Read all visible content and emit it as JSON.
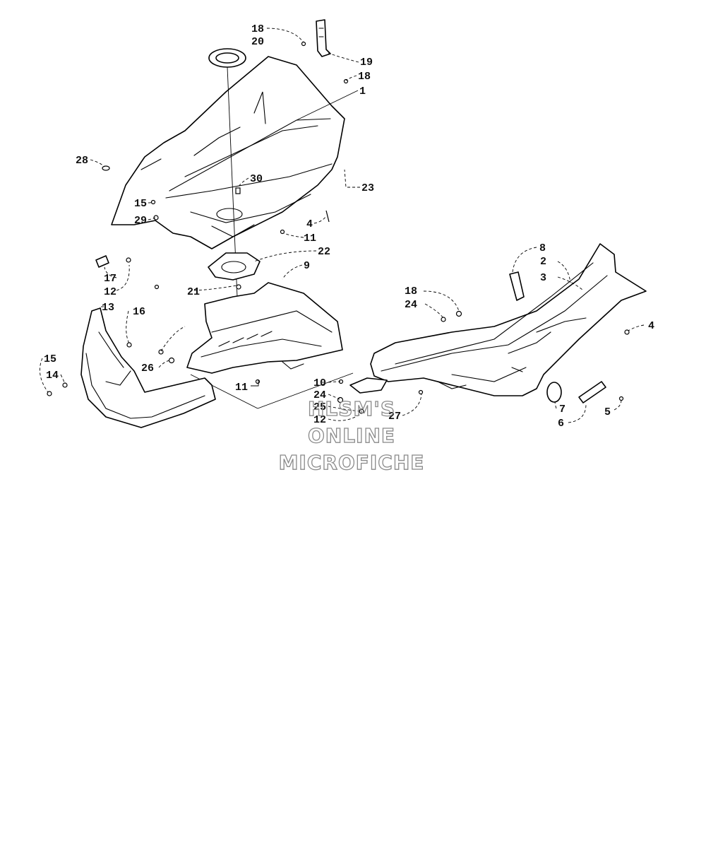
{
  "callouts": [
    {
      "id": "c18a",
      "label": "18"
    },
    {
      "id": "c20",
      "label": "20"
    },
    {
      "id": "c19",
      "label": "19"
    },
    {
      "id": "c18b",
      "label": "18"
    },
    {
      "id": "c1",
      "label": "1"
    },
    {
      "id": "c28",
      "label": "28"
    },
    {
      "id": "c30",
      "label": "30"
    },
    {
      "id": "c23",
      "label": "23"
    },
    {
      "id": "c15a",
      "label": "15"
    },
    {
      "id": "c29",
      "label": "29"
    },
    {
      "id": "c4a",
      "label": "4"
    },
    {
      "id": "c11a",
      "label": "11"
    },
    {
      "id": "c22",
      "label": "22"
    },
    {
      "id": "c17",
      "label": "17"
    },
    {
      "id": "c9",
      "label": "9"
    },
    {
      "id": "c12a",
      "label": "12"
    },
    {
      "id": "c21",
      "label": "21"
    },
    {
      "id": "c13",
      "label": "13"
    },
    {
      "id": "c16",
      "label": "16"
    },
    {
      "id": "c8",
      "label": "8"
    },
    {
      "id": "c2",
      "label": "2"
    },
    {
      "id": "c3",
      "label": "3"
    },
    {
      "id": "c18c",
      "label": "18"
    },
    {
      "id": "c24a",
      "label": "24"
    },
    {
      "id": "c4b",
      "label": "4"
    },
    {
      "id": "c15b",
      "label": "15"
    },
    {
      "id": "c14",
      "label": "14"
    },
    {
      "id": "c26",
      "label": "26"
    },
    {
      "id": "c11b",
      "label": "11"
    },
    {
      "id": "c10",
      "label": "10"
    },
    {
      "id": "c24b",
      "label": "24"
    },
    {
      "id": "c25",
      "label": "25"
    },
    {
      "id": "c27",
      "label": "27"
    },
    {
      "id": "c12b",
      "label": "12"
    },
    {
      "id": "c7",
      "label": "7"
    },
    {
      "id": "c5",
      "label": "5"
    },
    {
      "id": "c6",
      "label": "6"
    }
  ],
  "watermark": {
    "line1": "HLSM'S",
    "line2": "ONLINE",
    "line3": "MICROFICHE"
  }
}
